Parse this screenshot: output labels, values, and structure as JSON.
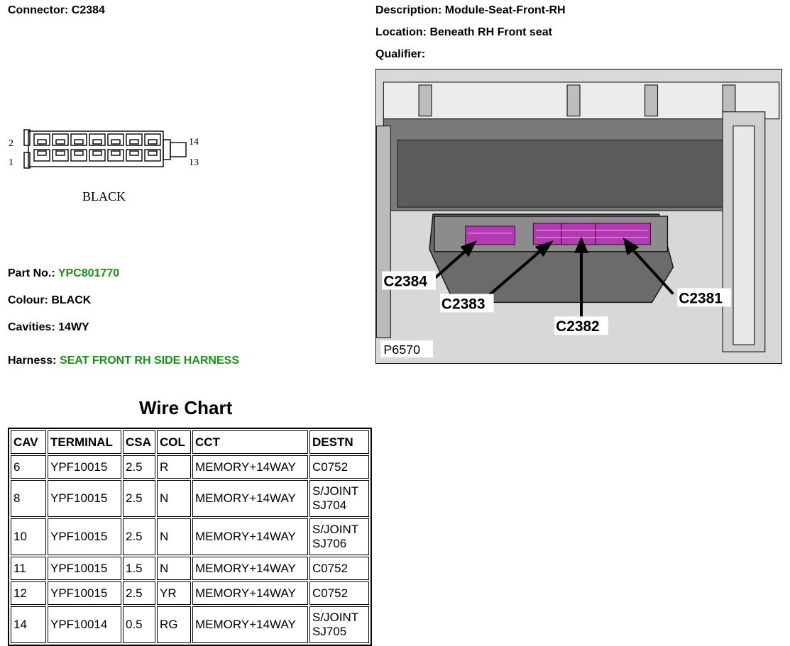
{
  "connector": {
    "label": "Connector:",
    "value": "C2384"
  },
  "description": {
    "label": "Description:",
    "value": "Module-Seat-Front-RH"
  },
  "location": {
    "label": "Location:",
    "value": "Beneath RH Front seat"
  },
  "qualifier": {
    "label": "Qualifier:",
    "value": ""
  },
  "diagram": {
    "pin_labels": {
      "top_left": "2",
      "bottom_left": "1",
      "top_right": "14",
      "bottom_right": "13"
    },
    "color_label": "BLACK"
  },
  "part_no": {
    "label": "Part No.:",
    "value": "YPC801770"
  },
  "colour": {
    "label": "Colour:",
    "value": "BLACK"
  },
  "cavities": {
    "label": "Cavities:",
    "value": "14WY"
  },
  "harness": {
    "label": "Harness:",
    "value": "SEAT FRONT RH SIDE HARNESS"
  },
  "photo": {
    "callouts": [
      "C2384",
      "C2383",
      "C2382",
      "C2381"
    ],
    "ref": "P6570"
  },
  "wire_chart": {
    "title": "Wire Chart",
    "headers": [
      "CAV",
      "TERMINAL",
      "CSA",
      "COL",
      "CCT",
      "DESTN"
    ],
    "rows": [
      {
        "cav": "6",
        "terminal": "YPF10015",
        "csa": "2.5",
        "col": "R",
        "cct": "MEMORY+14WAY",
        "destn": [
          "C0752"
        ]
      },
      {
        "cav": "8",
        "terminal": "YPF10015",
        "csa": "2.5",
        "col": "N",
        "cct": "MEMORY+14WAY",
        "destn": [
          "S/JOINT",
          "SJ704"
        ]
      },
      {
        "cav": "10",
        "terminal": "YPF10015",
        "csa": "2.5",
        "col": "N",
        "cct": "MEMORY+14WAY",
        "destn": [
          "S/JOINT",
          "SJ706"
        ]
      },
      {
        "cav": "11",
        "terminal": "YPF10015",
        "csa": "1.5",
        "col": "N",
        "cct": "MEMORY+14WAY",
        "destn": [
          "C0752"
        ]
      },
      {
        "cav": "12",
        "terminal": "YPF10015",
        "csa": "2.5",
        "col": "YR",
        "cct": "MEMORY+14WAY",
        "destn": [
          "C0752"
        ]
      },
      {
        "cav": "14",
        "terminal": "YPF10014",
        "csa": "0.5",
        "col": "RG",
        "cct": "MEMORY+14WAY",
        "destn": [
          "S/JOINT",
          "SJ705"
        ]
      }
    ]
  }
}
